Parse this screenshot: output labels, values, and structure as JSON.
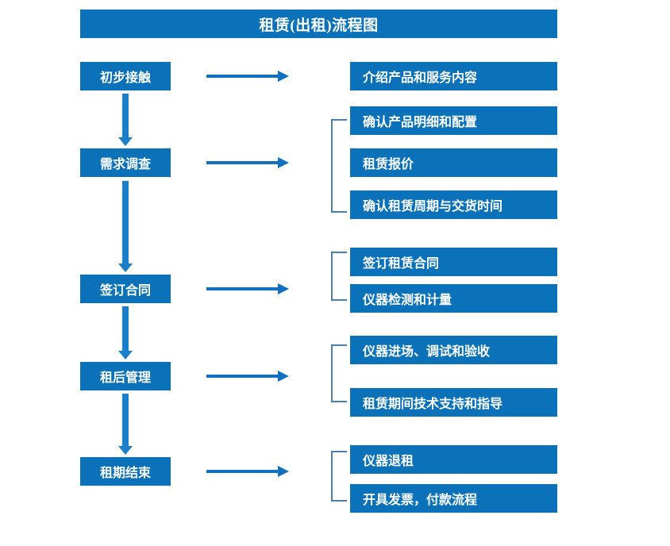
{
  "title": "租赁(出租)流程图",
  "accent_color": "#0b72ba",
  "arrow_color": "#1070bf",
  "bracket_color": "#4a7fae",
  "text_color": "#ffffff",
  "background_color": "#ffffff",
  "stages": [
    {
      "label": "初步接触"
    },
    {
      "label": "需求调查"
    },
    {
      "label": "签订合同"
    },
    {
      "label": "租后管理"
    },
    {
      "label": "租期结束"
    }
  ],
  "details": [
    {
      "label": "介绍产品和服务内容"
    },
    {
      "label": "确认产品明细和配置"
    },
    {
      "label": "租赁报价"
    },
    {
      "label": "确认租赁周期与交货时间"
    },
    {
      "label": "签订租赁合同"
    },
    {
      "label": "仪器检测和计量"
    },
    {
      "label": "仪器进场、调试和验收"
    },
    {
      "label": "租赁期间技术支持和指导"
    },
    {
      "label": "仪器退租"
    },
    {
      "label": "开具发票，付款流程"
    }
  ]
}
